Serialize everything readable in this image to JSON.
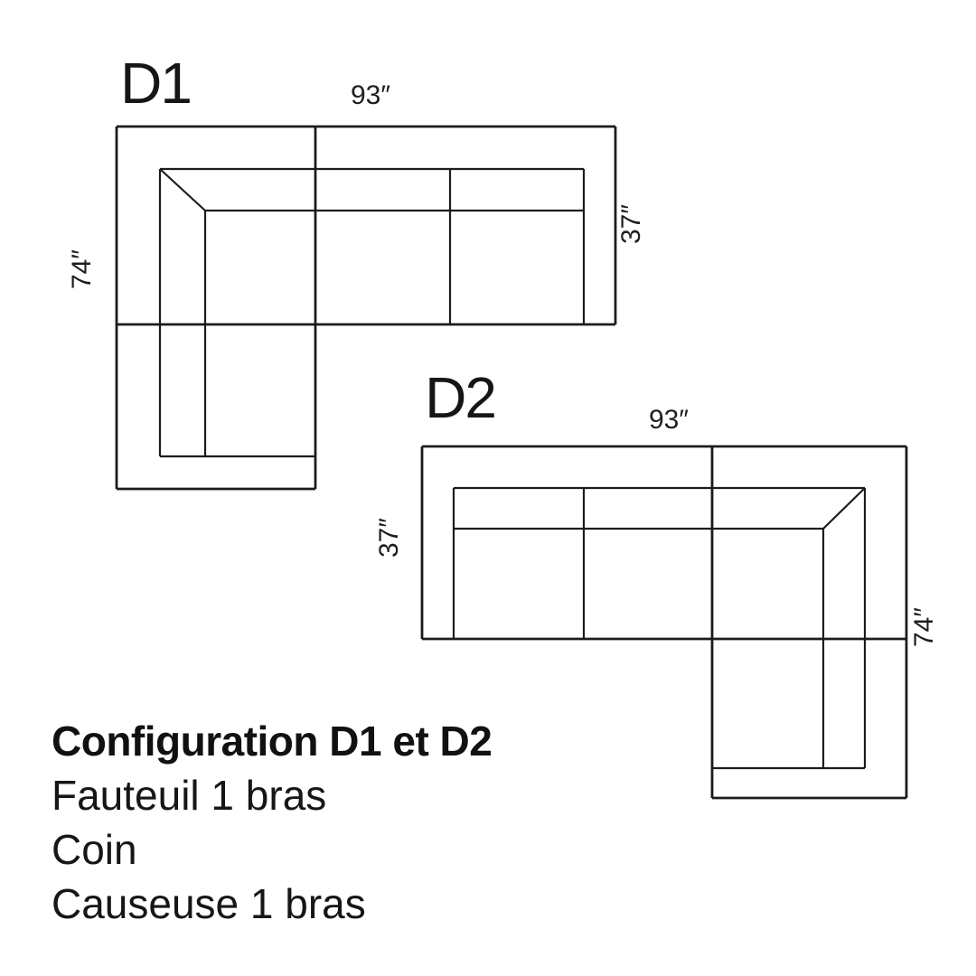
{
  "page": {
    "background": "#ffffff",
    "line_color": "#1c1c1c",
    "text_color": "#141414"
  },
  "diagrams": {
    "d1": {
      "label": "D1",
      "width_dim": "93″",
      "left_dim": "74″",
      "right_dim": "37″"
    },
    "d2": {
      "label": "D2",
      "width_dim": "93″",
      "left_dim": "37″",
      "right_dim": "74″"
    }
  },
  "caption": {
    "title": "Configuration D1 et D2",
    "lines": [
      "Fauteuil 1 bras",
      "Coin",
      "Causeuse 1 bras"
    ]
  }
}
